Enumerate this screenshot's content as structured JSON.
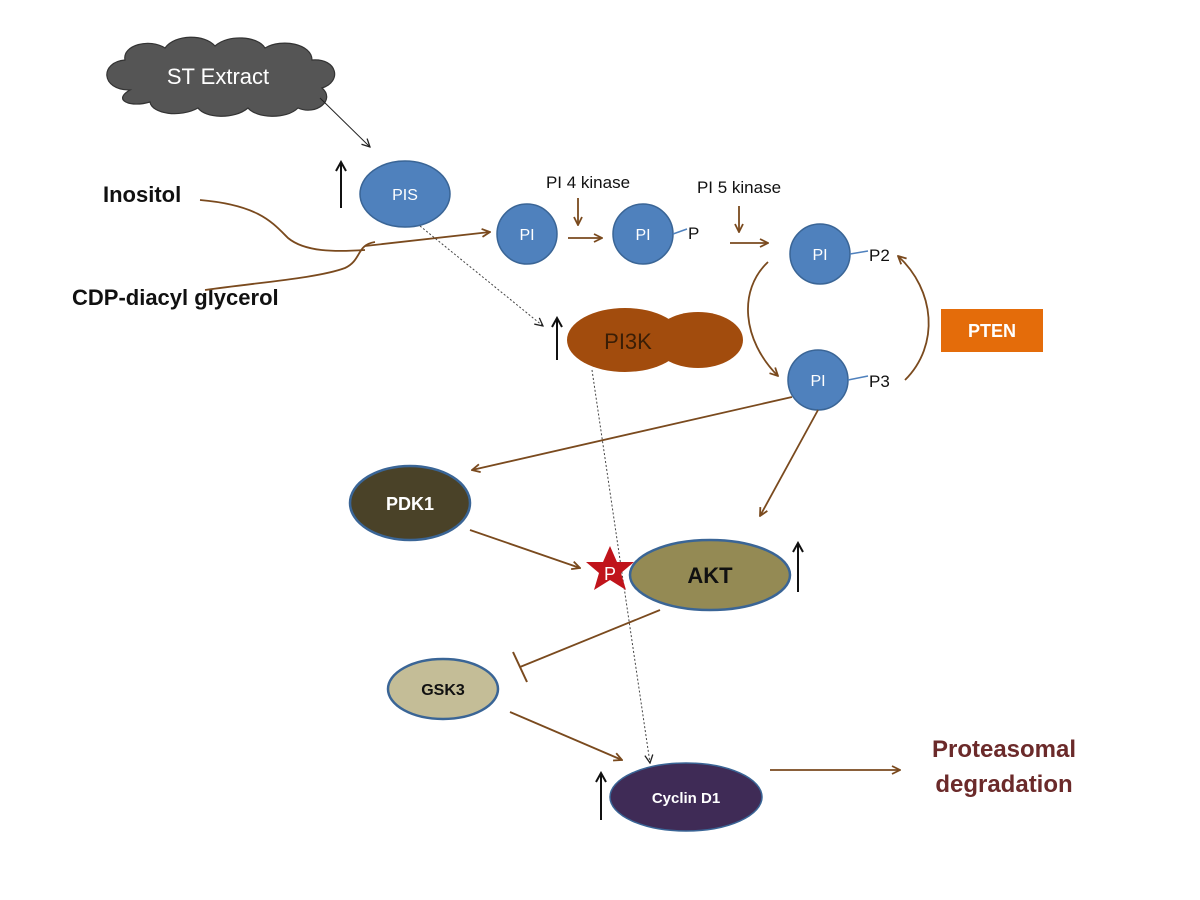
{
  "nodes": {
    "st_extract": "ST Extract",
    "inositol": "Inositol",
    "cdp_diacyl_glycerol": "CDP-diacyl glycerol",
    "pis": "PIS",
    "pi_1": "PI",
    "pi4_kinase": "PI 4 kinase",
    "pi_2": "PI",
    "p": "P",
    "pi5_kinase": "PI 5 kinase",
    "pi_3": "PI",
    "p2": "P2",
    "pi_4": "PI",
    "p3": "P3",
    "pten": "PTEN",
    "pi3k": "PI3K",
    "pdk1": "PDK1",
    "akt": "AKT",
    "phospho": "P",
    "gsk3": "GSK3",
    "cyclin_d1": "Cyclin D1",
    "proteasomal_1": "Proteasomal",
    "proteasomal_2": "degradation"
  },
  "colors": {
    "arrow_brown": "#7a4a1e",
    "pi_blue": "#4f81bd",
    "pi_blue_border": "#3a6596",
    "cloud_gray": "#555555",
    "pi3k_brown": "#a24c0d",
    "pten_orange": "#e46c0a",
    "pdk1_dark": "#4a4228",
    "akt_olive": "#948a54",
    "gsk3_tan": "#c4bd97",
    "cyclin_purple": "#3f2b56",
    "star_red": "#c0141b",
    "degradation_text": "#6b2a2a"
  }
}
